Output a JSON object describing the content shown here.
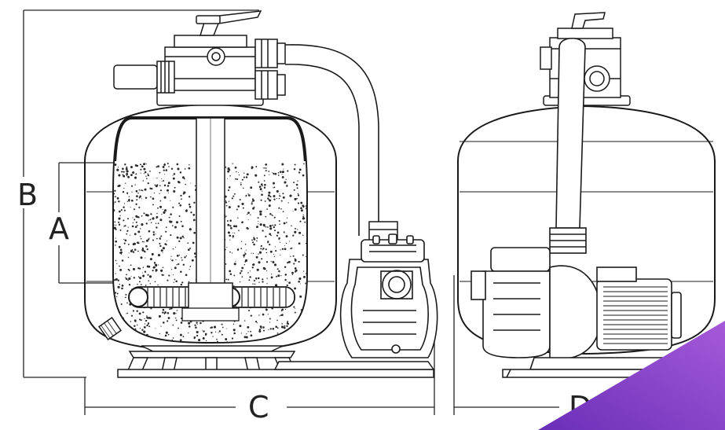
{
  "diagram": {
    "labels": {
      "A": "A",
      "B": "B",
      "C": "C",
      "D": "D"
    }
  },
  "colors": {
    "line": "#1a1a1a",
    "media": "#2b2b2b",
    "corner_accent_start": "#7b3fc4",
    "corner_accent_end": "#9a4fd6"
  }
}
